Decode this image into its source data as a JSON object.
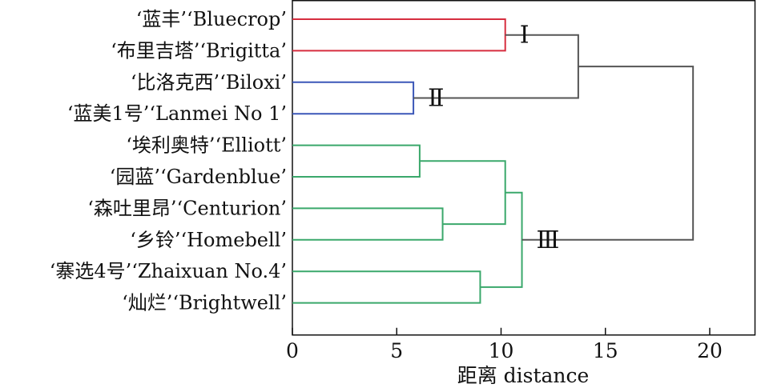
{
  "chart_data": {
    "type": "dendrogram",
    "xlabel": "距离 distance",
    "xlim": [
      0,
      22
    ],
    "xticks": [
      0,
      5,
      10,
      15,
      20
    ],
    "leaves": [
      "‘蓝丰’‘Bluecrop’",
      "‘布里吉塔’‘Brigitta’",
      "‘比洛克西’‘Biloxi’",
      "‘蓝美1号’‘Lanmei No 1’",
      "‘埃利奥特’‘Elliott’",
      "‘园蓝’‘Gardenblue’",
      "‘森吐里昂’‘Centurion’",
      "‘乡铃’‘Homebell’",
      "‘寨选4号’‘Zhaixuan No.4’",
      "‘灿烂’‘Brightwell’"
    ],
    "merges": [
      {
        "id": "n1",
        "left": 0,
        "right": 1,
        "distance": 10.2,
        "color": "#d62d3f"
      },
      {
        "id": "n2",
        "left": 2,
        "right": 3,
        "distance": 5.8,
        "color": "#3b57b8"
      },
      {
        "id": "n3",
        "left": 4,
        "right": 5,
        "distance": 6.1,
        "color": "#3aa86b"
      },
      {
        "id": "n4",
        "left": 6,
        "right": 7,
        "distance": 7.2,
        "color": "#3aa86b"
      },
      {
        "id": "n5",
        "left": 8,
        "right": 9,
        "distance": 9.0,
        "color": "#3aa86b"
      },
      {
        "id": "n6",
        "left": "n3",
        "right": "n4",
        "distance": 10.2,
        "color": "#3aa86b"
      },
      {
        "id": "n7",
        "left": "n6",
        "right": "n5",
        "distance": 11.0,
        "color": "#3aa86b"
      },
      {
        "id": "n8",
        "left": "n1",
        "right": "n2",
        "distance": 13.7,
        "color": "#555555"
      },
      {
        "id": "n9",
        "left": "n8",
        "right": "n7",
        "distance": 19.2,
        "color": "#555555"
      }
    ],
    "clusters": [
      {
        "label": "Ⅰ",
        "node": "n1"
      },
      {
        "label": "Ⅱ",
        "node": "n2"
      },
      {
        "label": "Ⅲ",
        "node": "n7"
      }
    ]
  }
}
